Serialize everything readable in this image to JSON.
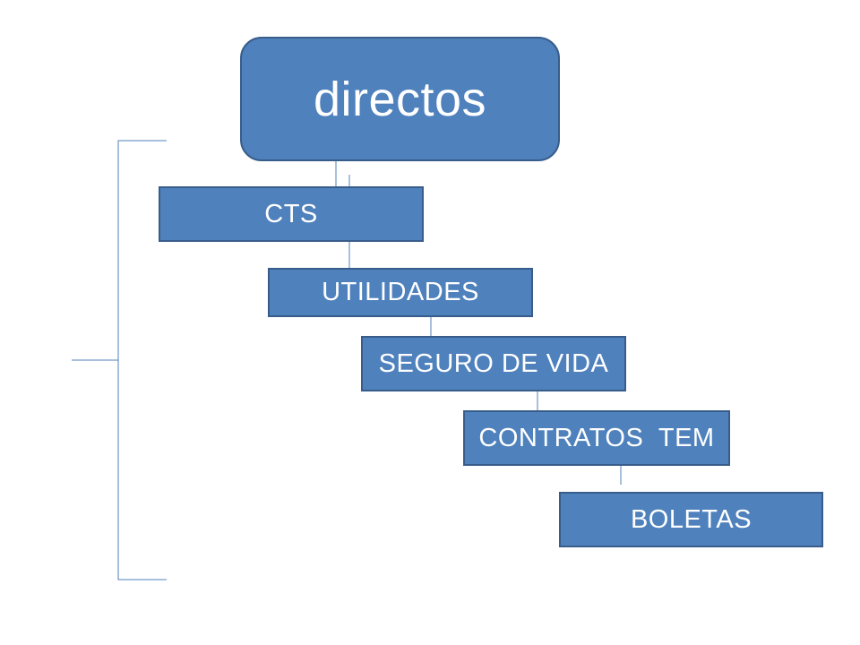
{
  "diagram": {
    "root": {
      "label": "directos"
    },
    "children": [
      {
        "label": "CTS"
      },
      {
        "label": "UTILIDADES"
      },
      {
        "label": "SEGURO DE VIDA"
      },
      {
        "label": "CONTRATOS  TEM"
      },
      {
        "label": "BOLETAS"
      }
    ]
  },
  "colors": {
    "node_fill": "#4f81bd",
    "node_border": "#385d8a",
    "node_text": "#ffffff",
    "connector": "#4f81bd"
  }
}
